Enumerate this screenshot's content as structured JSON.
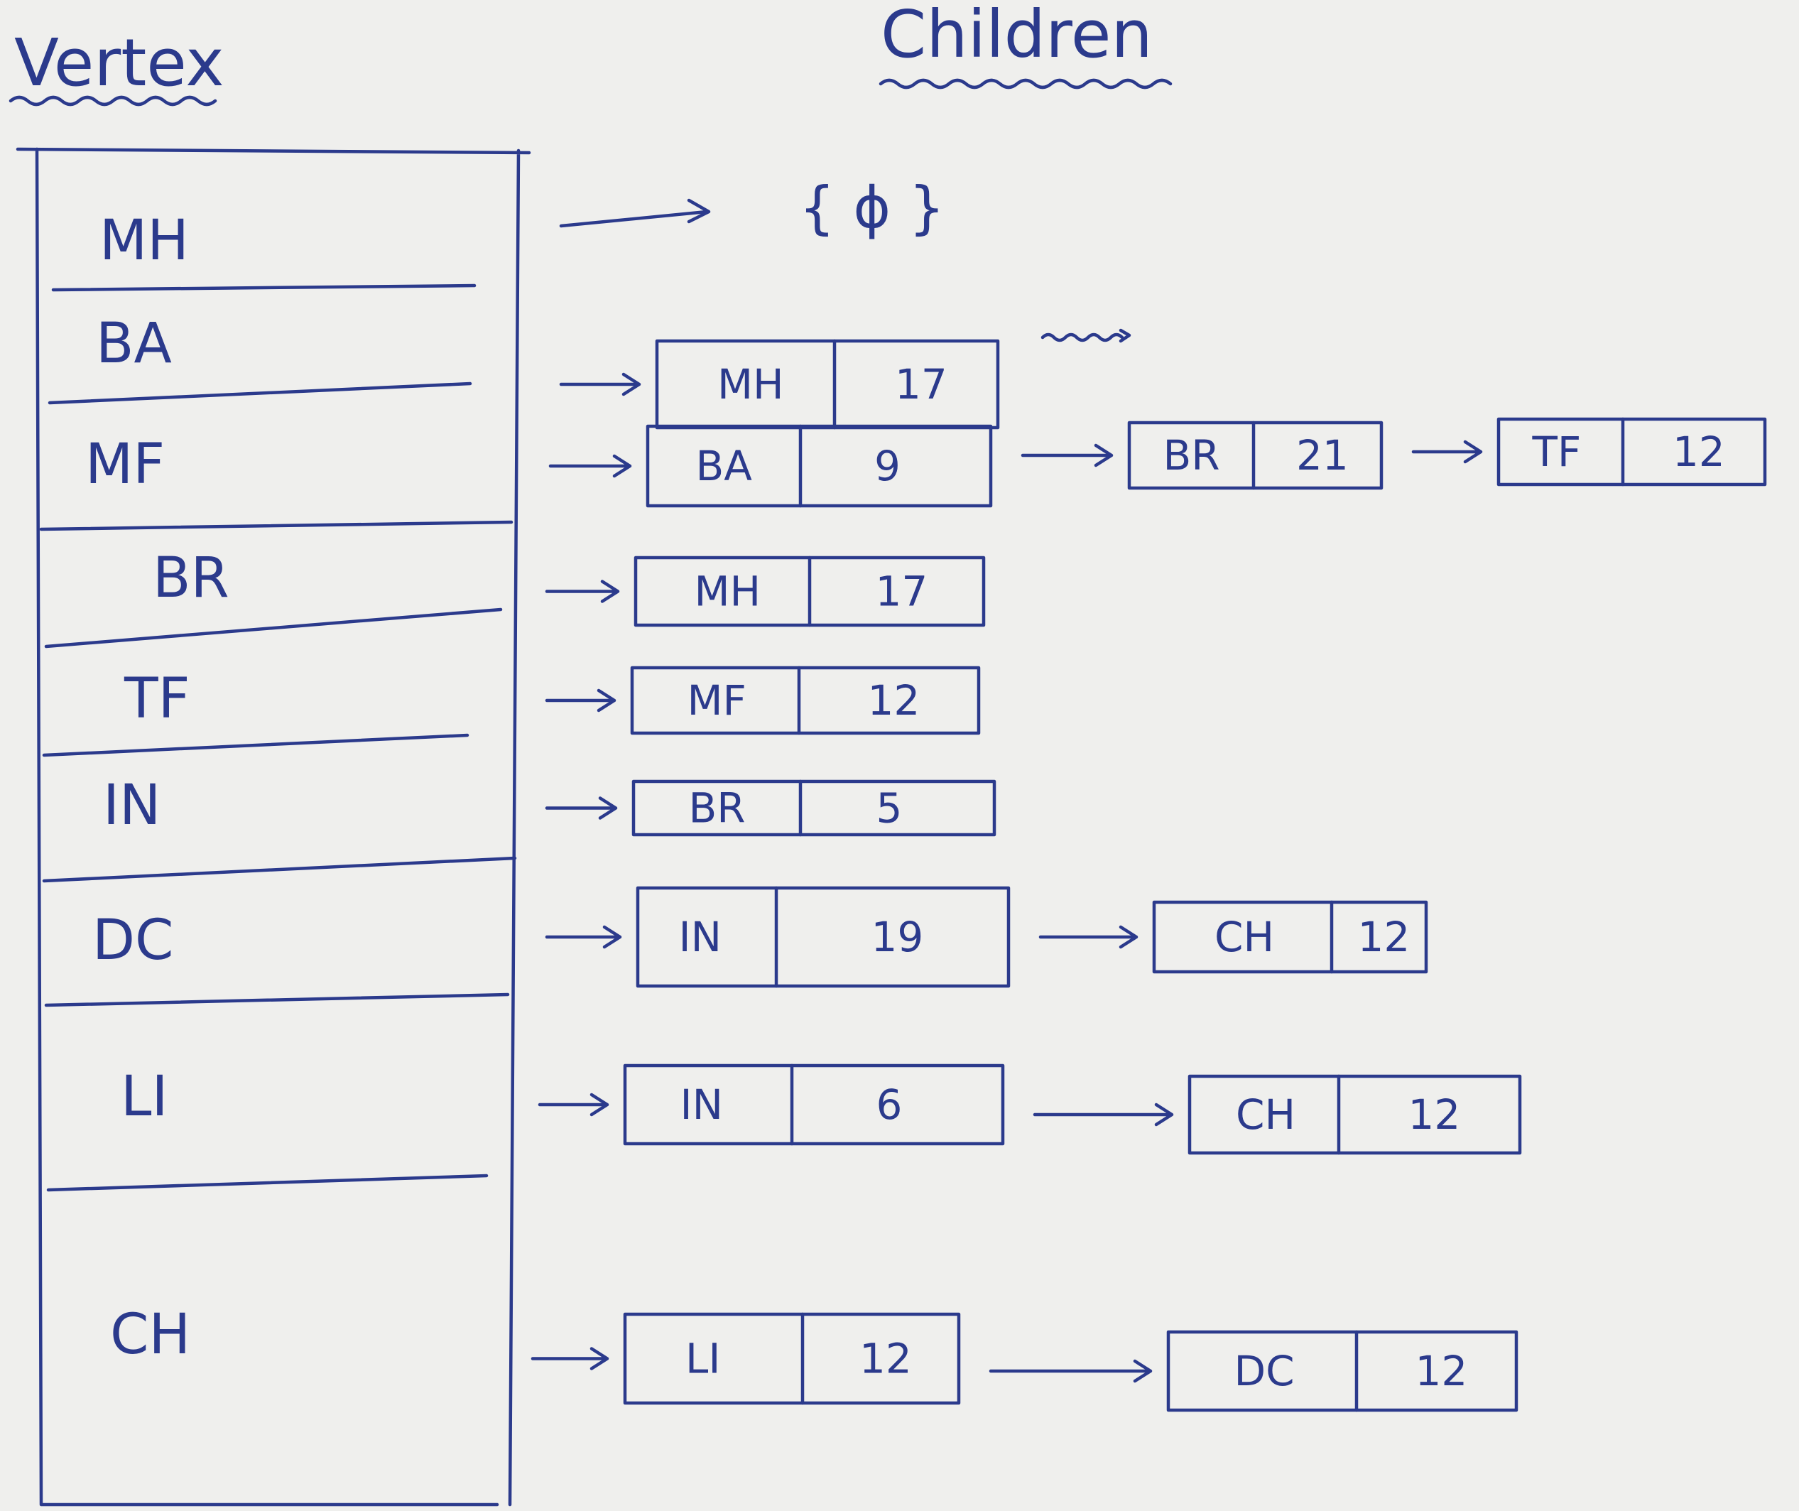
{
  "headings": {
    "vertex": "Vertex",
    "children": "Children"
  },
  "empty_set": "{ ϕ }",
  "rows": [
    {
      "vertex": "MH",
      "children": []
    },
    {
      "vertex": "BA",
      "children": [
        {
          "name": "MH",
          "weight": "17"
        }
      ]
    },
    {
      "vertex": "MF",
      "children": [
        {
          "name": "BA",
          "weight": "9"
        },
        {
          "name": "BR",
          "weight": "21"
        },
        {
          "name": "TF",
          "weight": "12"
        }
      ]
    },
    {
      "vertex": "BR",
      "children": [
        {
          "name": "MH",
          "weight": "17"
        }
      ]
    },
    {
      "vertex": "TF",
      "children": [
        {
          "name": "MF",
          "weight": "12"
        }
      ]
    },
    {
      "vertex": "IN",
      "children": [
        {
          "name": "BR",
          "weight": "5"
        }
      ]
    },
    {
      "vertex": "DC",
      "children": [
        {
          "name": "IN",
          "weight": "19"
        },
        {
          "name": "CH",
          "weight": "12"
        }
      ]
    },
    {
      "vertex": "LI",
      "children": [
        {
          "name": "IN",
          "weight": "6"
        },
        {
          "name": "CH",
          "weight": "12"
        }
      ]
    },
    {
      "vertex": "CH",
      "children": [
        {
          "name": "LI",
          "weight": "12"
        },
        {
          "name": "DC",
          "weight": "12"
        }
      ]
    }
  ],
  "colors": {
    "ink": "#2b3a8c",
    "paper": "#efefed"
  }
}
